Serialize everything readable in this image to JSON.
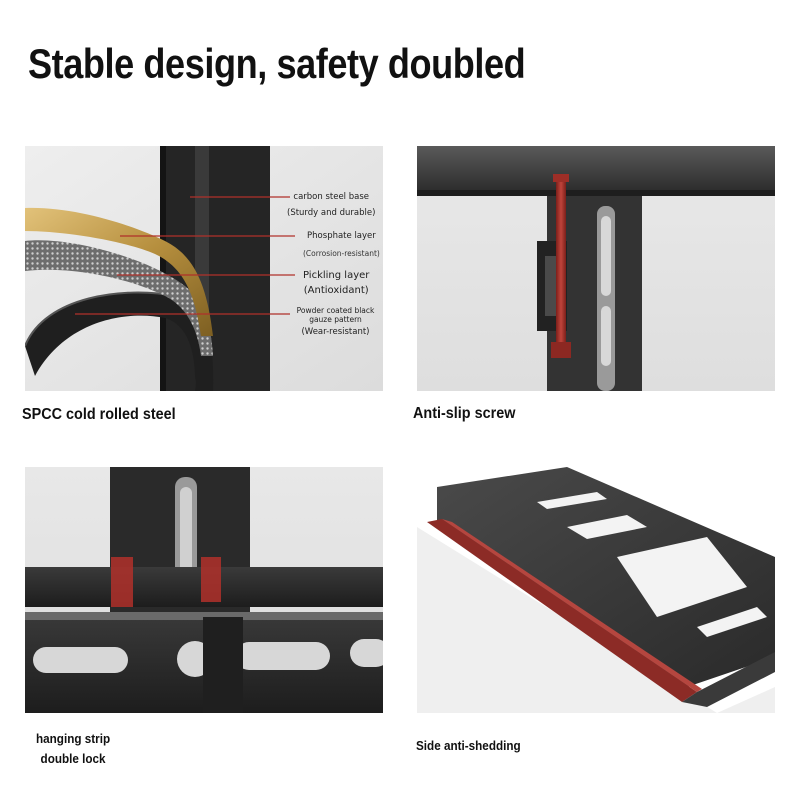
{
  "title": "Stable design, safety doubled",
  "panels": [
    {
      "caption": "SPCC cold rolled steel",
      "layers": [
        {
          "name": "carbon steel base",
          "note": "(Sturdy and durable)"
        },
        {
          "name": "Phosphate layer",
          "note": "(Corrosion-resistant)"
        },
        {
          "name": "Pickling layer",
          "note": "(Antioxidant)"
        },
        {
          "name": "Powder coated black gauze pattern",
          "note": "(Wear-resistant)"
        }
      ]
    },
    {
      "caption": "Anti-slip screw"
    },
    {
      "caption_line1": "hanging strip",
      "caption_line2": "double lock"
    },
    {
      "caption": "Side anti-shedding"
    }
  ],
  "colors": {
    "steel": "#2b2b2b",
    "background_grey": "#e9e9e9",
    "accent_red": "#b0302a",
    "gold": "#b89540"
  }
}
